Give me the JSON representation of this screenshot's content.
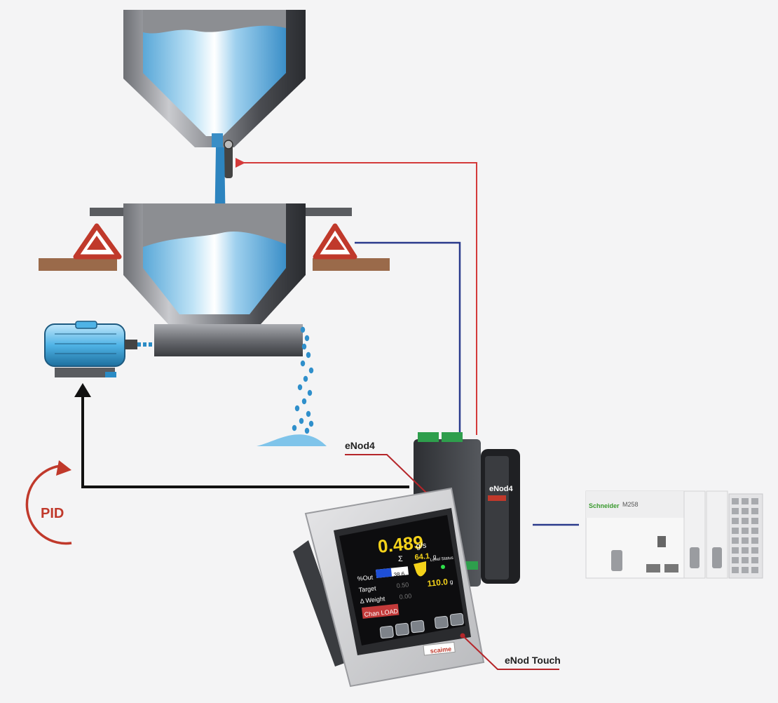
{
  "labels": {
    "enod4": "eNod4",
    "enod_touch": "eNod Touch",
    "pid": "PID"
  },
  "touch_screen": {
    "rate_value": "0.489",
    "rate_unit": "g/s",
    "sigma": "Σ",
    "total_value": "64.1",
    "total_unit": "g",
    "row1_label": "%Out",
    "row1_value": "38.6",
    "row2_label": "Target",
    "row2_value": "0.50",
    "row3_label": "Δ Weight",
    "row3_value": "0.00",
    "level_status": "Level Status",
    "level_value": "110.0",
    "level_unit": "g",
    "chan_button": "Chan LOAD",
    "brand": "scaime"
  },
  "plc": {
    "brand": "Schneider",
    "model": "M258"
  },
  "enod4_module": {
    "brand": "eNod4"
  },
  "colors": {
    "red_line": "#d43a3a",
    "blue_line": "#2a3a8c",
    "black_line": "#111111",
    "pid_red": "#c0392b",
    "label_line": "#b5262a"
  }
}
